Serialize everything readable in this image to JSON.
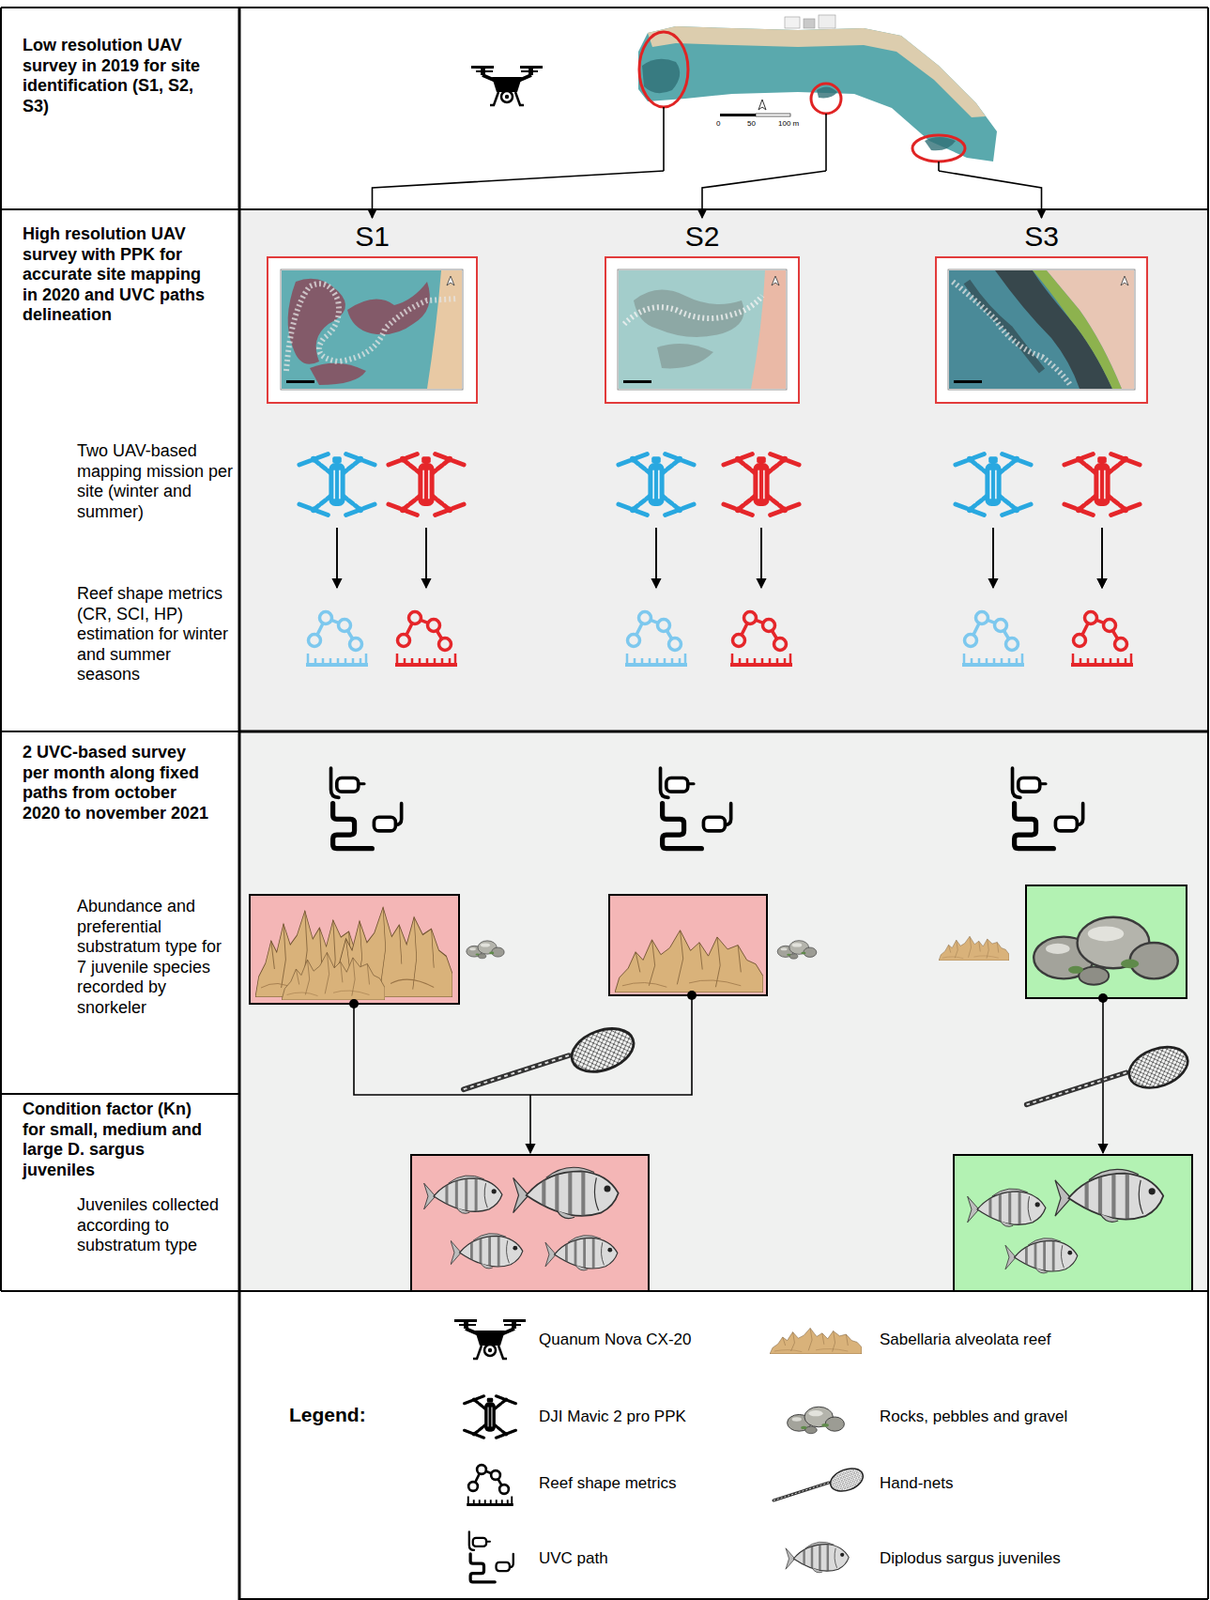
{
  "diagram": {
    "nodes": [
      {
        "text": [
          "Low resolution UAV survey in 2019 for site identification (S1, S2, S3)"
        ]
      },
      {
        "text": [
          "0",
          "50",
          "100 m"
        ]
      },
      {
        "text": [
          "High resolution UAV survey with PPK for accurate site mapping in 2020 and UVC paths delineation",
          "Two UAV-based mapping mission per site (winter and summer)",
          "Reef shape metrics (CR, SCI, HP) estimation for winter and summer seasons"
        ]
      },
      {
        "text": [
          "S1"
        ]
      },
      {
        "text": [
          "S2"
        ]
      },
      {
        "text": [
          "S3"
        ]
      },
      {
        "text": [
          "2 UVC-based survey per month along fixed paths from october 2020 to november 2021",
          "Abundance and preferential substratum type for 7 juvenile species recorded by snorkeler"
        ]
      },
      {
        "text": [
          "Condition factor (Kn) for small, medium and large D. sargus juveniles",
          "Juveniles collected according to substratum type"
        ]
      }
    ],
    "edges": [
      {
        "from": 1,
        "to": 3,
        "arrow": "to"
      },
      {
        "from": 1,
        "to": 4,
        "arrow": "to"
      },
      {
        "from": 1,
        "to": 5,
        "arrow": "to"
      }
    ],
    "labels": [
      "Legend:"
    ],
    "legend": [
      {
        "text": "Quanum Nova CX-20"
      },
      {
        "text": "DJI Mavic 2 pro PPK"
      },
      {
        "text": "Reef shape metrics"
      },
      {
        "text": "UVC path"
      },
      {
        "text": "Sabellaria alveolata reef"
      },
      {
        "text": "Rocks, pebbles and gravel"
      },
      {
        "text": "Hand-nets"
      },
      {
        "text": "Diplodus sargus juveniles"
      }
    ]
  }
}
